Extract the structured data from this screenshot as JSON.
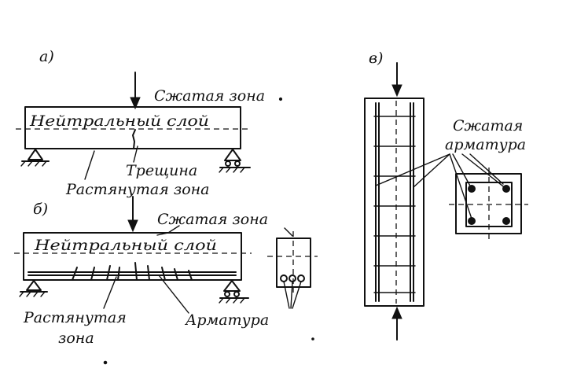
{
  "panels": {
    "a": {
      "letter": "а)",
      "compressed_zone": "Сжатая зона",
      "neutral_layer": "Нейтральный слой",
      "crack": "Трещина",
      "tension_zone": "Растянутая зона"
    },
    "b": {
      "letter": "б)",
      "compressed_zone": "Сжатая зона",
      "neutral_layer": "Нейтральный слой",
      "tension_zone_line1": "Растянутая",
      "tension_zone_line2": "зона",
      "reinforcement": "Арматура"
    },
    "v": {
      "letter": "в)",
      "compressed_line1": "Сжатая",
      "compressed_line2": "арматура"
    }
  }
}
